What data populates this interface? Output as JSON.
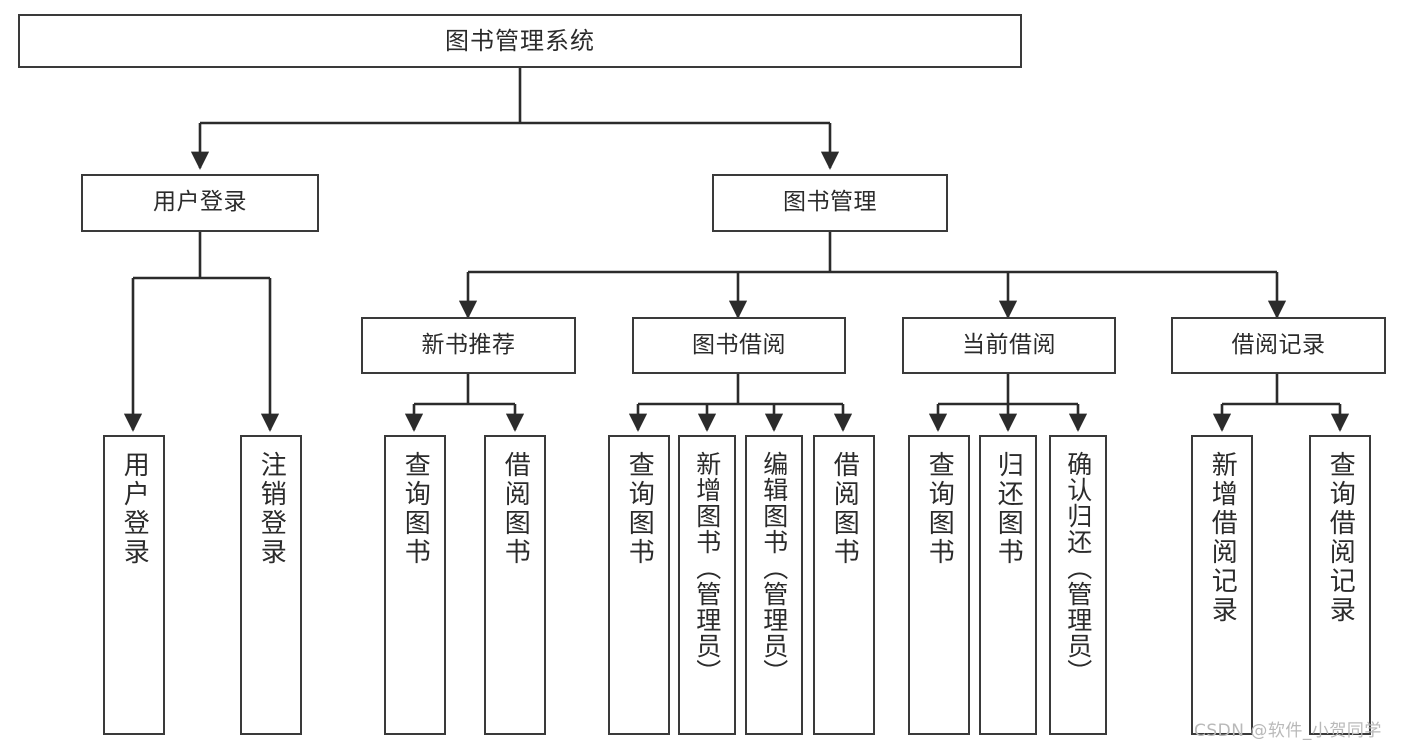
{
  "diagram": {
    "title": "图书管理系统",
    "type": "tree-hierarchy-chart",
    "colors": {
      "box_border": "#3a3a3a",
      "box_fill": "#ffffff",
      "edge": "#2b2b2b",
      "text": "#2b2b2b",
      "watermark": "#b9b9b9",
      "background": "#ffffff"
    }
  },
  "root": {
    "label": "图书管理系统"
  },
  "level2": [
    {
      "label": "用户登录"
    },
    {
      "label": "图书管理"
    }
  ],
  "level3": [
    {
      "label": "新书推荐"
    },
    {
      "label": "图书借阅"
    },
    {
      "label": "当前借阅"
    },
    {
      "label": "借阅记录"
    }
  ],
  "leaves": {
    "user_login": [
      {
        "label": "用户登录"
      },
      {
        "label": "注销登录"
      }
    ],
    "new_book": [
      {
        "label": "查询图书"
      },
      {
        "label": "借阅图书"
      }
    ],
    "book_borrow": [
      {
        "label": "查询图书"
      },
      {
        "label": "新增图书（管理员）"
      },
      {
        "label": "编辑图书（管理员）"
      },
      {
        "label": "借阅图书"
      }
    ],
    "current_borrow": [
      {
        "label": "查询图书"
      },
      {
        "label": "归还图书"
      },
      {
        "label": "确认归还（管理员）"
      }
    ],
    "borrow_record": [
      {
        "label": "新增借阅记录"
      },
      {
        "label": "查询借阅记录"
      }
    ]
  },
  "watermark": {
    "text": "CSDN @软件_小贺同学"
  }
}
